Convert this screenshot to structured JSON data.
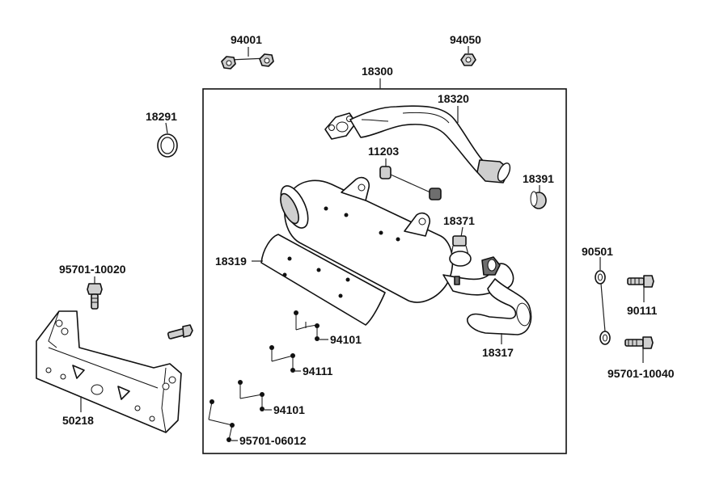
{
  "diagram": {
    "labels": {
      "p94001": "94001",
      "p94050": "94050",
      "p18300": "18300",
      "p18320": "18320",
      "p18291": "18291",
      "p11203": "11203",
      "p18391": "18391",
      "p18371": "18371",
      "p18319": "18319",
      "p90501": "90501",
      "p90111": "90111",
      "p95701_10020": "95701-10020",
      "p94101a": "94101",
      "p94111": "94111",
      "p18317": "18317",
      "p95701_10040": "95701-10040",
      "p94101b": "94101",
      "p50218": "50218",
      "p95701_06012": "95701-06012"
    }
  }
}
